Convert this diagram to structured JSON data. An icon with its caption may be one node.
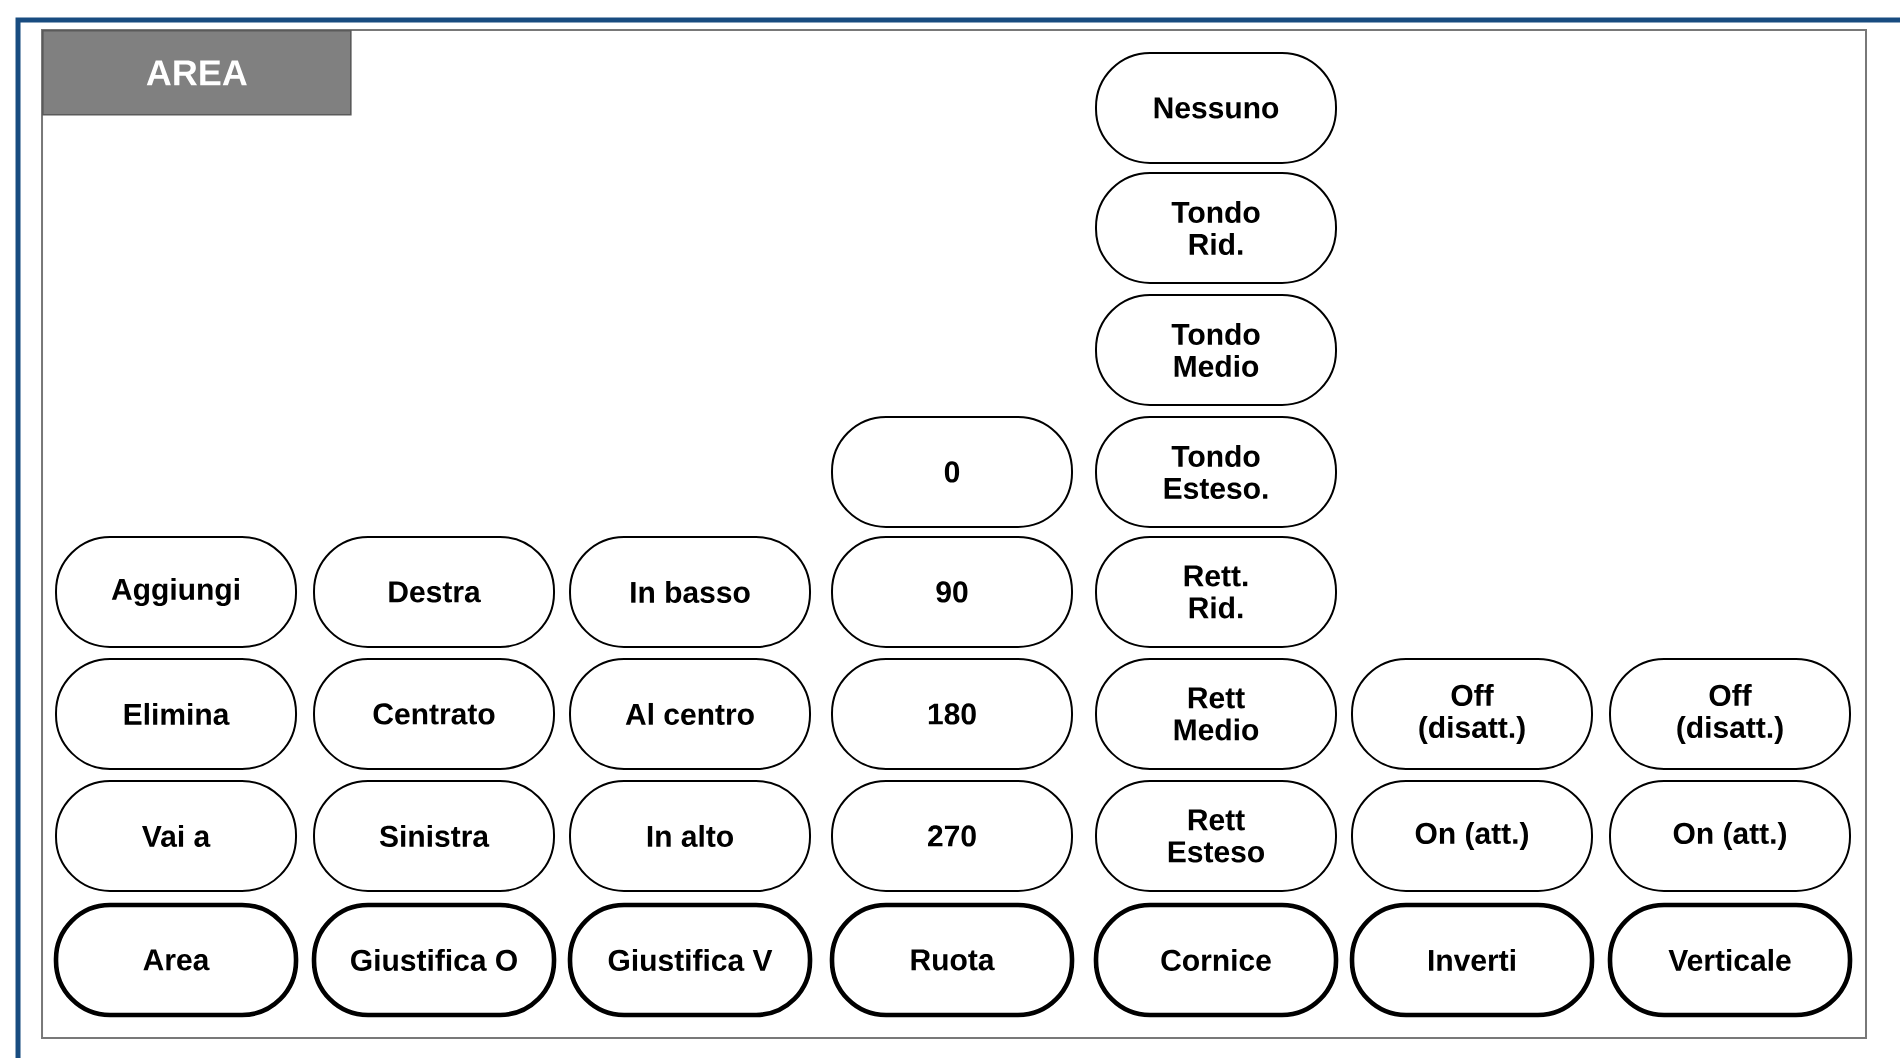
{
  "diagram": {
    "title": "AREA",
    "nodes": [
      {
        "text": [
          "Nessuno"
        ]
      },
      {
        "text": [
          "Tondo Rid."
        ]
      },
      {
        "text": [
          "Tondo Medio"
        ]
      },
      {
        "text": [
          "0"
        ]
      },
      {
        "text": [
          "Tondo Esteso."
        ]
      },
      {
        "text": [
          "Aggiungi"
        ]
      },
      {
        "text": [
          "Destra"
        ]
      },
      {
        "text": [
          "In basso"
        ]
      },
      {
        "text": [
          "90"
        ]
      },
      {
        "text": [
          "Rett. Rid."
        ]
      },
      {
        "text": [
          "Elimina"
        ]
      },
      {
        "text": [
          "Centrato"
        ]
      },
      {
        "text": [
          "Al centro"
        ]
      },
      {
        "text": [
          "180"
        ]
      },
      {
        "text": [
          "Rett Medio"
        ]
      },
      {
        "text": [
          "Off (disatt.)"
        ]
      },
      {
        "text": [
          "Off (disatt.)"
        ]
      },
      {
        "text": [
          "Vai a"
        ]
      },
      {
        "text": [
          "Sinistra"
        ]
      },
      {
        "text": [
          "In alto"
        ]
      },
      {
        "text": [
          "270"
        ]
      },
      {
        "text": [
          "Rett Esteso"
        ]
      },
      {
        "text": [
          "On (att.)"
        ]
      },
      {
        "text": [
          "On (att.)"
        ]
      },
      {
        "text": [
          "Area"
        ]
      },
      {
        "text": [
          "Giustifica O"
        ]
      },
      {
        "text": [
          "Giustifica V"
        ]
      },
      {
        "text": [
          "Ruota"
        ]
      },
      {
        "text": [
          "Cornice"
        ]
      },
      {
        "text": [
          "Inverti"
        ]
      },
      {
        "text": [
          "Verticale"
        ]
      }
    ]
  }
}
